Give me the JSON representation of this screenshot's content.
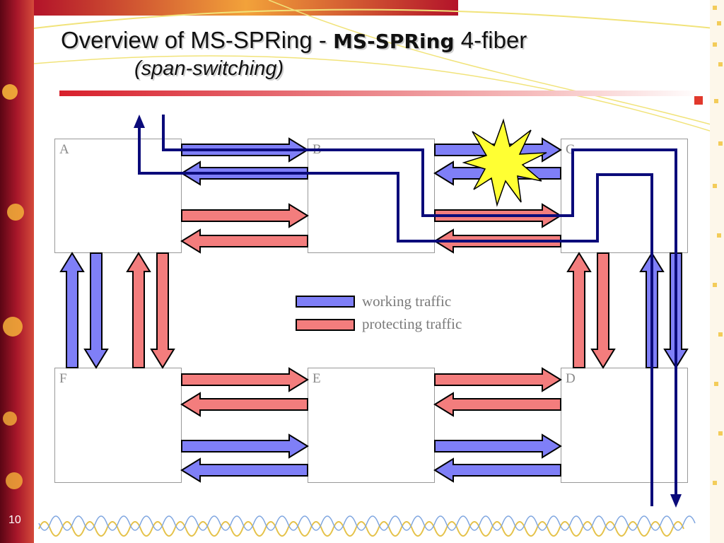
{
  "slide": {
    "title_plain": "Overview of MS-SPRing - ",
    "title_bold": "MS-SPRing",
    "title_tail": " 4-fiber",
    "subtitle": "(span-switching)",
    "page_number": "10"
  },
  "nodes": {
    "A": "A",
    "B": "B",
    "C": "C",
    "D": "D",
    "E": "E",
    "F": "F"
  },
  "legend": {
    "working": "working traffic",
    "protecting": "protecting traffic"
  },
  "colors": {
    "working": "#7f7ff7",
    "protecting": "#f37d7d",
    "path": "#0b0b7a",
    "fault": "#ffff33",
    "sidebar": "#8b0f1f"
  },
  "icons": {
    "fault": "fault-starburst-icon"
  }
}
